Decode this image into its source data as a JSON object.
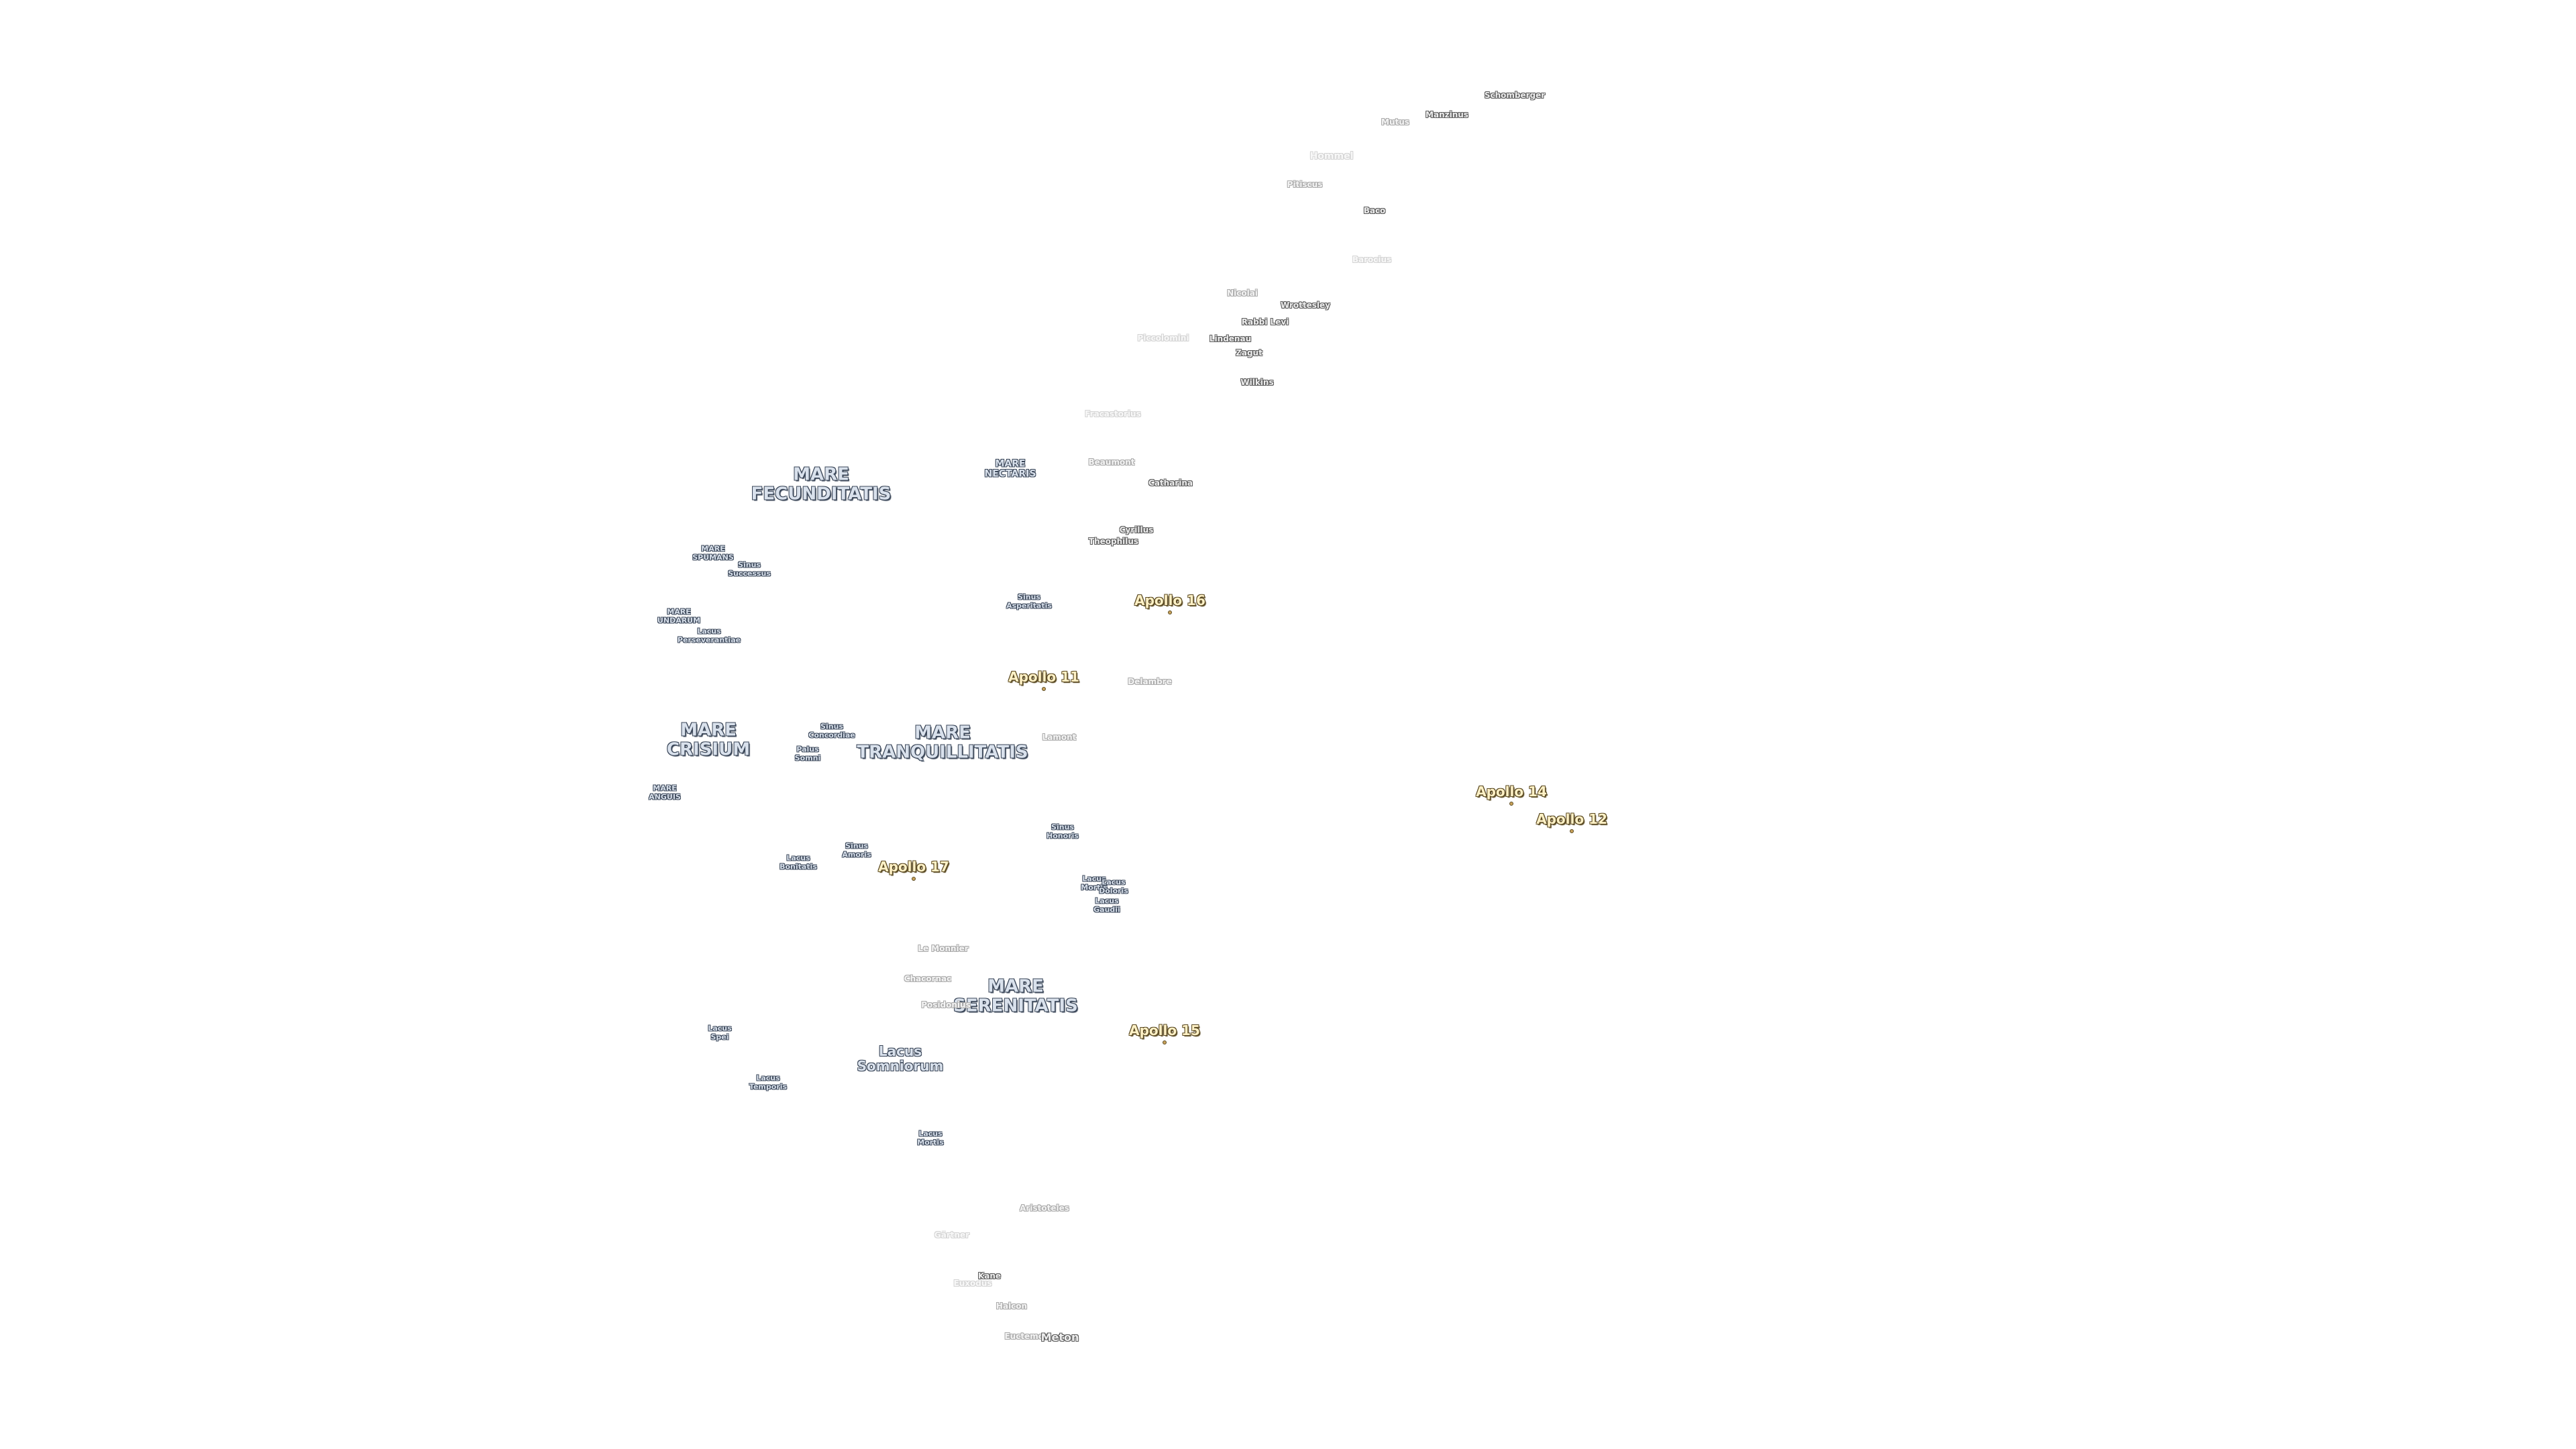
{
  "map": {
    "maria": [
      {
        "id": "fecunditatis",
        "name": "MARE\nFECUNDITATIS",
        "size": "large"
      },
      {
        "id": "nectaris",
        "name": "MARE\nNECTARIS",
        "size": "small"
      },
      {
        "id": "spumans",
        "name": "MARE\nSPUMANS",
        "size": "tiny"
      },
      {
        "id": "undarum",
        "name": "MARE\nUNDARUM",
        "size": "tiny"
      },
      {
        "id": "crisium",
        "name": "MARE\nCRISIUM",
        "size": "large"
      },
      {
        "id": "tranquillitatis",
        "name": "MARE\nTRANQUILLITATIS",
        "size": "large"
      },
      {
        "id": "anguis",
        "name": "MARE\nANGUIS",
        "size": "tiny"
      },
      {
        "id": "serenitatis",
        "name": "MARE\nSERENITATIS",
        "size": "large"
      }
    ],
    "lacus_sinus": [
      {
        "id": "sinus-successus",
        "name": "Sinus\nSuccessus"
      },
      {
        "id": "lacus-perseverantiae",
        "name": "Lacus\nPerseverantiae"
      },
      {
        "id": "sinus-asperitatis",
        "name": "Sinus\nAsperitatis"
      },
      {
        "id": "sinus-concordiae",
        "name": "Sinus\nConcordiae"
      },
      {
        "id": "palus-somni",
        "name": "Palus\nSomni"
      },
      {
        "id": "sinus-amoris",
        "name": "Sinus\nAmoris"
      },
      {
        "id": "lacus-bonitatis",
        "name": "Lacus\nBonitatis"
      },
      {
        "id": "sinus-honoris",
        "name": "Sinus\nHonoris"
      },
      {
        "id": "lacus-mortis-small",
        "name": "Lacus\nMortis"
      },
      {
        "id": "lacus-doloris",
        "name": "Lacus\nDoloris"
      },
      {
        "id": "lacus-gaudii",
        "name": "Lacus\nGaudii"
      },
      {
        "id": "lacus-spei",
        "name": "Lacus\nSpei"
      },
      {
        "id": "lacus-temporis",
        "name": "Lacus\nTemporis"
      },
      {
        "id": "lacus-mortis",
        "name": "Lacus\nMortis"
      }
    ],
    "lacus_somniorum": {
      "name": "Lacus\nSomniorum"
    },
    "craters": [
      {
        "id": "schomberger",
        "name": "Schomberger",
        "tone": "normal"
      },
      {
        "id": "manzinus",
        "name": "Manzinus",
        "tone": "normal"
      },
      {
        "id": "mutus",
        "name": "Mutus",
        "tone": "faint"
      },
      {
        "id": "hommel",
        "name": "Hommel",
        "tone": "veryfaint"
      },
      {
        "id": "pitiscus",
        "name": "Pitiscus",
        "tone": "faint"
      },
      {
        "id": "baco",
        "name": "Baco",
        "tone": "normal"
      },
      {
        "id": "barocius",
        "name": "Barocius",
        "tone": "veryfaint"
      },
      {
        "id": "nicolai",
        "name": "Nicolai",
        "tone": "faint"
      },
      {
        "id": "wrottesley",
        "name": "Wrottesley",
        "tone": "normal"
      },
      {
        "id": "rabbi-levi",
        "name": "Rabbi Levi",
        "tone": "normal"
      },
      {
        "id": "piccolomini",
        "name": "Piccolomini",
        "tone": "veryfaint"
      },
      {
        "id": "lindenau",
        "name": "Lindenau",
        "tone": "normal"
      },
      {
        "id": "zagut",
        "name": "Zagut",
        "tone": "normal"
      },
      {
        "id": "wilkins",
        "name": "Wilkins",
        "tone": "normal"
      },
      {
        "id": "fracastorius",
        "name": "Fracastorius",
        "tone": "veryfaint"
      },
      {
        "id": "beaumont",
        "name": "Beaumont",
        "tone": "faint"
      },
      {
        "id": "catharina",
        "name": "Catharina",
        "tone": "normal"
      },
      {
        "id": "cyrillus",
        "name": "Cyrillus",
        "tone": "normal"
      },
      {
        "id": "theophilus",
        "name": "Theophilus",
        "tone": "normal"
      },
      {
        "id": "delambre",
        "name": "Delambre",
        "tone": "faint"
      },
      {
        "id": "lamont",
        "name": "Lamont",
        "tone": "faint"
      },
      {
        "id": "le-monnier",
        "name": "Le Monnier",
        "tone": "faint"
      },
      {
        "id": "chacornac",
        "name": "Chacornac",
        "tone": "faint"
      },
      {
        "id": "posidonius",
        "name": "Posidonius",
        "tone": "faint"
      },
      {
        "id": "aristoteles",
        "name": "Aristoteles",
        "tone": "faint"
      },
      {
        "id": "gartner",
        "name": "Gärtner",
        "tone": "veryfaint"
      },
      {
        "id": "euxodus",
        "name": "Euxodus",
        "tone": "veryfaint"
      },
      {
        "id": "kane",
        "name": "Kane",
        "tone": "normal"
      },
      {
        "id": "halcon",
        "name": "Halcon",
        "tone": "faint"
      },
      {
        "id": "euctemon",
        "name": "Euctemon",
        "tone": "faint"
      },
      {
        "id": "meton",
        "name": "Meton",
        "tone": "normal"
      }
    ],
    "apollo_sites": [
      {
        "id": "apollo-16",
        "name": "Apollo 16"
      },
      {
        "id": "apollo-11",
        "name": "Apollo 11"
      },
      {
        "id": "apollo-14",
        "name": "Apollo 14"
      },
      {
        "id": "apollo-12",
        "name": "Apollo 12"
      },
      {
        "id": "apollo-17",
        "name": "Apollo 17"
      },
      {
        "id": "apollo-15",
        "name": "Apollo 15"
      }
    ]
  }
}
